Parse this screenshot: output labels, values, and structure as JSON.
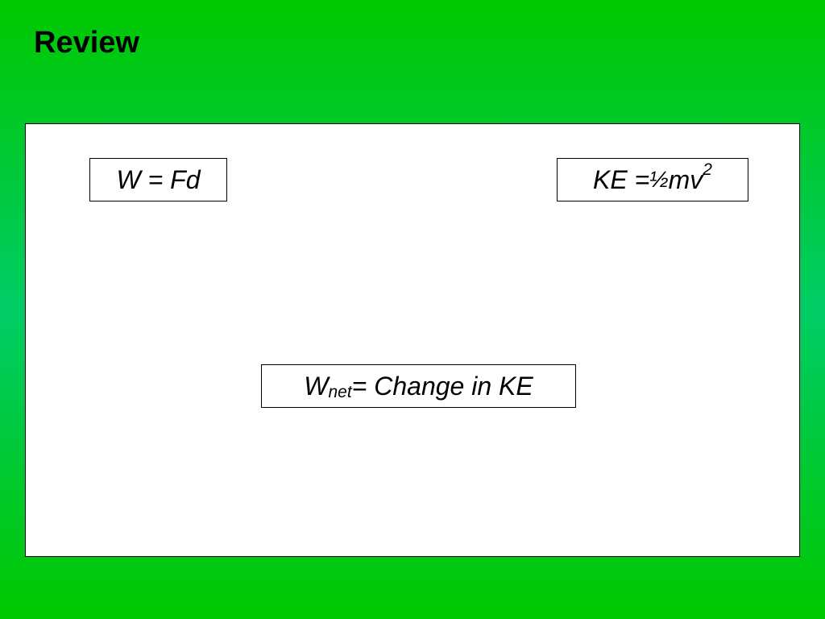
{
  "slide": {
    "title": "Review",
    "background_color": "#00c800",
    "panel_color": "#ffffff"
  },
  "formulas": {
    "work": {
      "text": "W = Fd"
    },
    "kinetic_energy": {
      "lhs": "KE = ",
      "fraction": "½",
      "rhs": " mv",
      "exponent": "2"
    },
    "work_energy_theorem": {
      "symbol": "W",
      "subscript": "net",
      "rhs": " = Change in KE"
    }
  }
}
